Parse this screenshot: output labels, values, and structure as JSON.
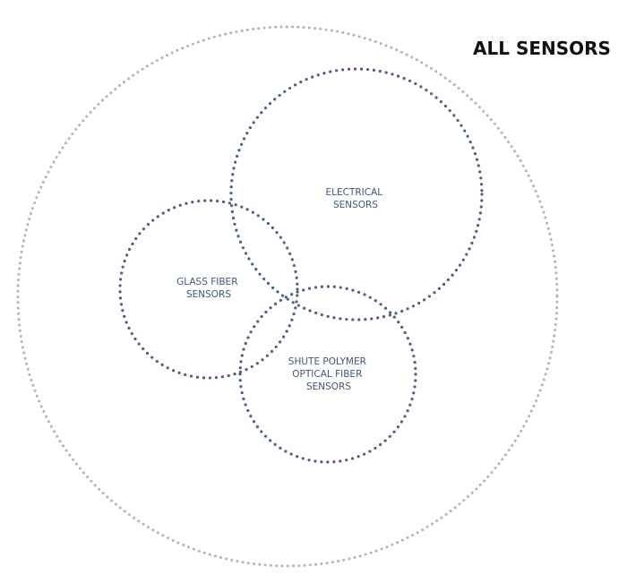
{
  "title": "ALL SENSORS",
  "colors": {
    "outer": "#b3b3b3",
    "inner": "#4a6183",
    "label": "#3f5878"
  },
  "sets": [
    {
      "id": "electrical",
      "lines": [
        "ELECTRICAL",
        "SENSORS"
      ]
    },
    {
      "id": "glass-fiber",
      "lines": [
        "GLASS FIBER",
        "SENSORS"
      ]
    },
    {
      "id": "shute-polymer",
      "lines": [
        "SHUTE POLYMER",
        "OPTICAL FIBER",
        "SENSORS"
      ]
    }
  ]
}
